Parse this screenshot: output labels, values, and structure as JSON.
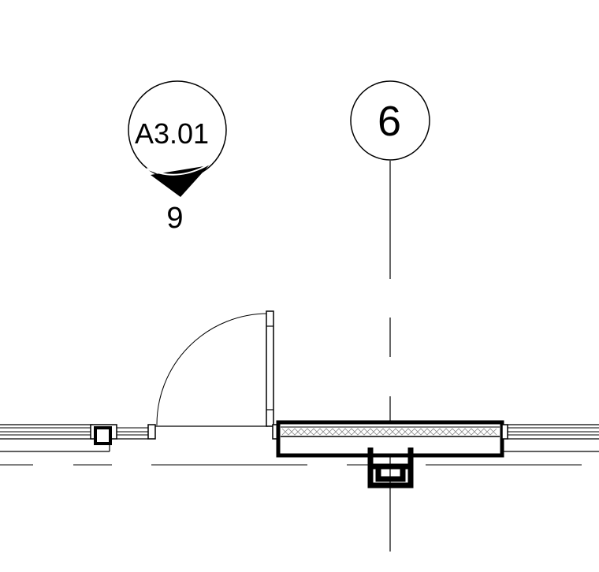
{
  "section_marker": {
    "sheet": "A3.01",
    "detail": "9"
  },
  "grid_bubble": {
    "label": "6"
  },
  "colors": {
    "line": "#000000",
    "background": "#ffffff",
    "insulation_hatch": "#8a8a8a"
  }
}
